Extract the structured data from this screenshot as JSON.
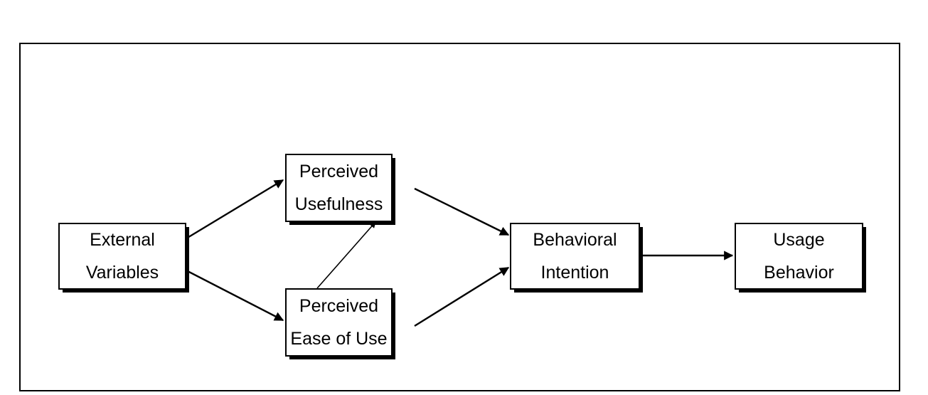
{
  "diagram": {
    "nodes": {
      "external": {
        "line1": "External",
        "line2": "Variables"
      },
      "usefulness": {
        "line1": "Perceived",
        "line2": "Usefulness"
      },
      "ease": {
        "line1": "Perceived",
        "line2": "Ease of Use"
      },
      "intention": {
        "line1": "Behavioral",
        "line2": "Intention"
      },
      "usage": {
        "line1": "Usage",
        "line2": "Behavior"
      }
    },
    "edges": [
      {
        "from": "external",
        "to": "usefulness"
      },
      {
        "from": "external",
        "to": "ease"
      },
      {
        "from": "ease",
        "to": "usefulness"
      },
      {
        "from": "usefulness",
        "to": "intention"
      },
      {
        "from": "ease",
        "to": "intention"
      },
      {
        "from": "intention",
        "to": "usage"
      }
    ],
    "colors": {
      "line": "#000000",
      "background": "#ffffff"
    }
  }
}
